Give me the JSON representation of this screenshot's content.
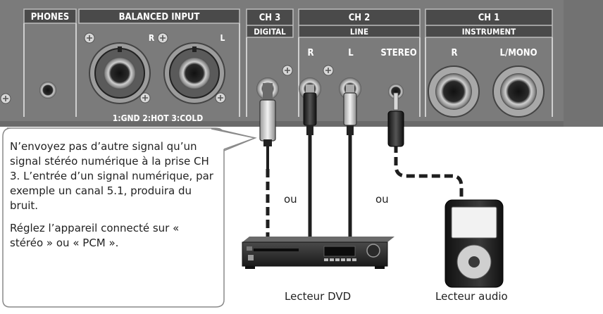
{
  "panel": {
    "phones": "PHONES",
    "balanced_input": "BALANCED INPUT",
    "bal_r": "R",
    "bal_l": "L",
    "pin_legend": "1:GND  2:HOT  3:COLD",
    "ch3_title": "CH 3",
    "ch3_sub": "DIGITAL",
    "ch2_title": "CH 2",
    "ch2_sub": "LINE",
    "ch2_r": "R",
    "ch2_l": "L",
    "ch2_stereo": "STEREO",
    "ch1_title": "CH 1",
    "ch1_sub": "INSTRUMENT",
    "ch1_r": "R",
    "ch1_lmono": "L/MONO"
  },
  "callout": {
    "paragraph1": "N’envoyez pas d’autre signal qu’un signal stéréo numérique à la prise CH 3. L’entrée d’un signal numérique, par exemple un canal 5.1, produira du bruit.",
    "paragraph2": "Réglez l’appareil connecté sur « stéréo » ou « PCM »."
  },
  "labels": {
    "ou_left": "ou",
    "ou_right": "ou",
    "dvd_player": "Lecteur DVD",
    "audio_player": "Lecteur audio"
  },
  "colors": {
    "panel": "#7b7b7b",
    "panel_dark": "#3c3c3c",
    "cable": "#1e1e1e",
    "callout_border": "#8a8a8a"
  }
}
